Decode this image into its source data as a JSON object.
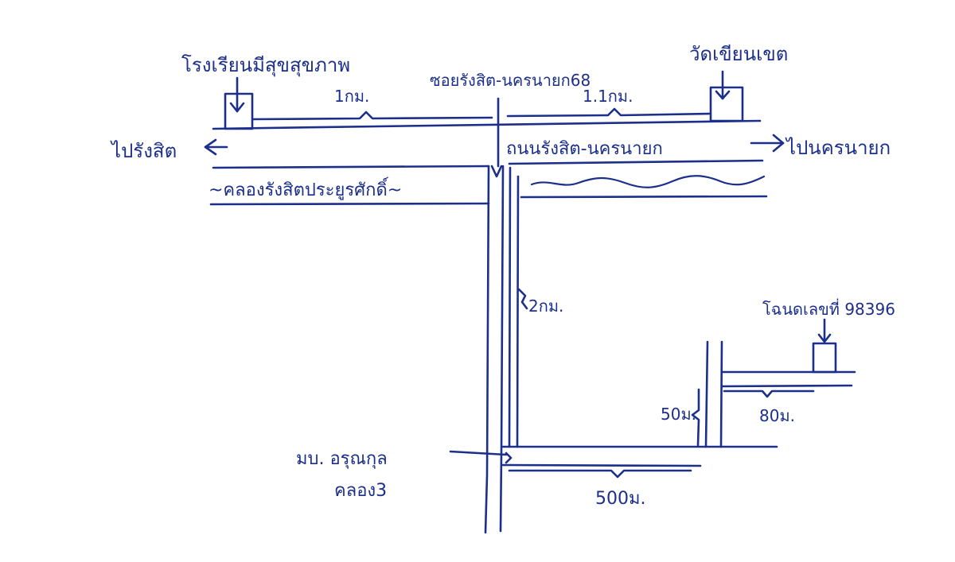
{
  "map": {
    "ink_color": "#1c2f8a",
    "labels": {
      "hospital": "โรงเรียนมีสุขสุขภาพ",
      "temple": "วัดเขียนเขต",
      "soi": "ซอยรังสิต-นครนายก68",
      "dist_left_top": "1กม.",
      "dist_right_top": "1.1กม.",
      "to_rangsit": "ไปรังสิต",
      "road": "ถนนรังสิต-นครนายก",
      "to_nakhon_nayok": "ไปนครนายก",
      "canal": "~คลองรังสิตประยูรศักดิ์~",
      "dist_vertical": "2กม.",
      "deed": "โฉนดเลขที่ 98396",
      "dist_50": "50ม.",
      "dist_80": "80ม.",
      "village_1": "มบ. อรุณกุล",
      "village_2": "คลอง3",
      "dist_500": "500ม."
    }
  }
}
